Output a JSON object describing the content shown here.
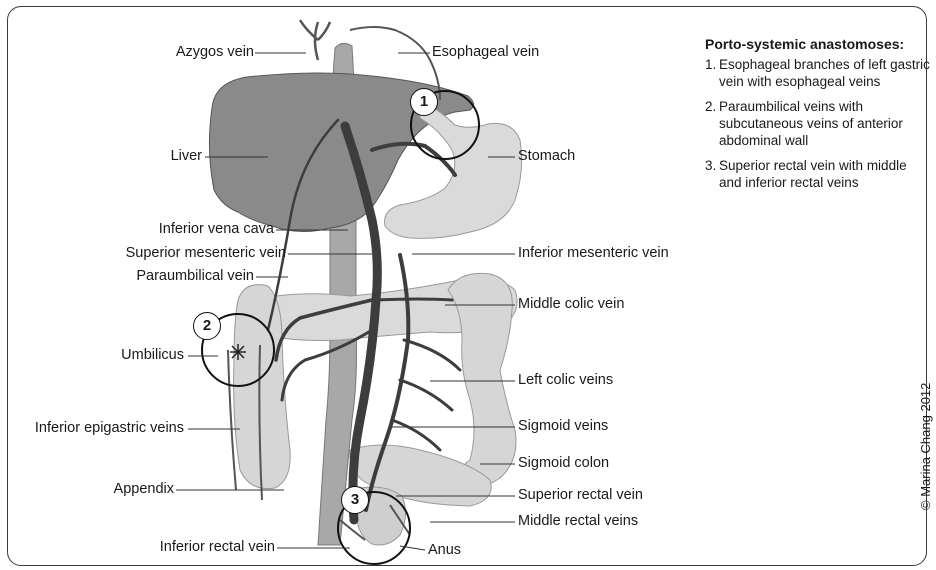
{
  "labels": {
    "azygos": "Azygos vein",
    "esophageal": "Esophageal vein",
    "liver": "Liver",
    "stomach": "Stomach",
    "ivc": "Inferior vena cava",
    "smv": "Superior mesenteric vein",
    "imv": "Inferior mesenteric vein",
    "paraumbilical": "Paraumbilical vein",
    "middle_colic": "Middle colic vein",
    "umbilicus": "Umbilicus",
    "left_colic": "Left colic veins",
    "inf_epigastric": "Inferior epigastric veins",
    "sigmoid_veins": "Sigmoid veins",
    "sigmoid_colon": "Sigmoid colon",
    "appendix": "Appendix",
    "sup_rectal": "Superior rectal vein",
    "middle_rectal": "Middle rectal veins",
    "inf_rectal": "Inferior rectal vein",
    "anus": "Anus"
  },
  "markers": [
    "1",
    "2",
    "3"
  ],
  "legend": {
    "title": "Porto-systemic anastomoses:",
    "items": [
      {
        "num": "1.",
        "text": "Esophageal branches of left gastric vein with esophageal veins"
      },
      {
        "num": "2.",
        "text": "Paraumbilical veins with subcutaneous veins of anterior abdominal wall"
      },
      {
        "num": "3.",
        "text": "Superior rectal vein with middle and inferior rectal veins"
      }
    ]
  },
  "copyright": "© Marina Chang 2012",
  "colors": {
    "liver": "#8a8a8a",
    "ivc": "#a8a8a8",
    "portal_vein": "#3d3d3d",
    "gut": "#d9d9d9",
    "gut_edge": "#9a9a9a"
  }
}
